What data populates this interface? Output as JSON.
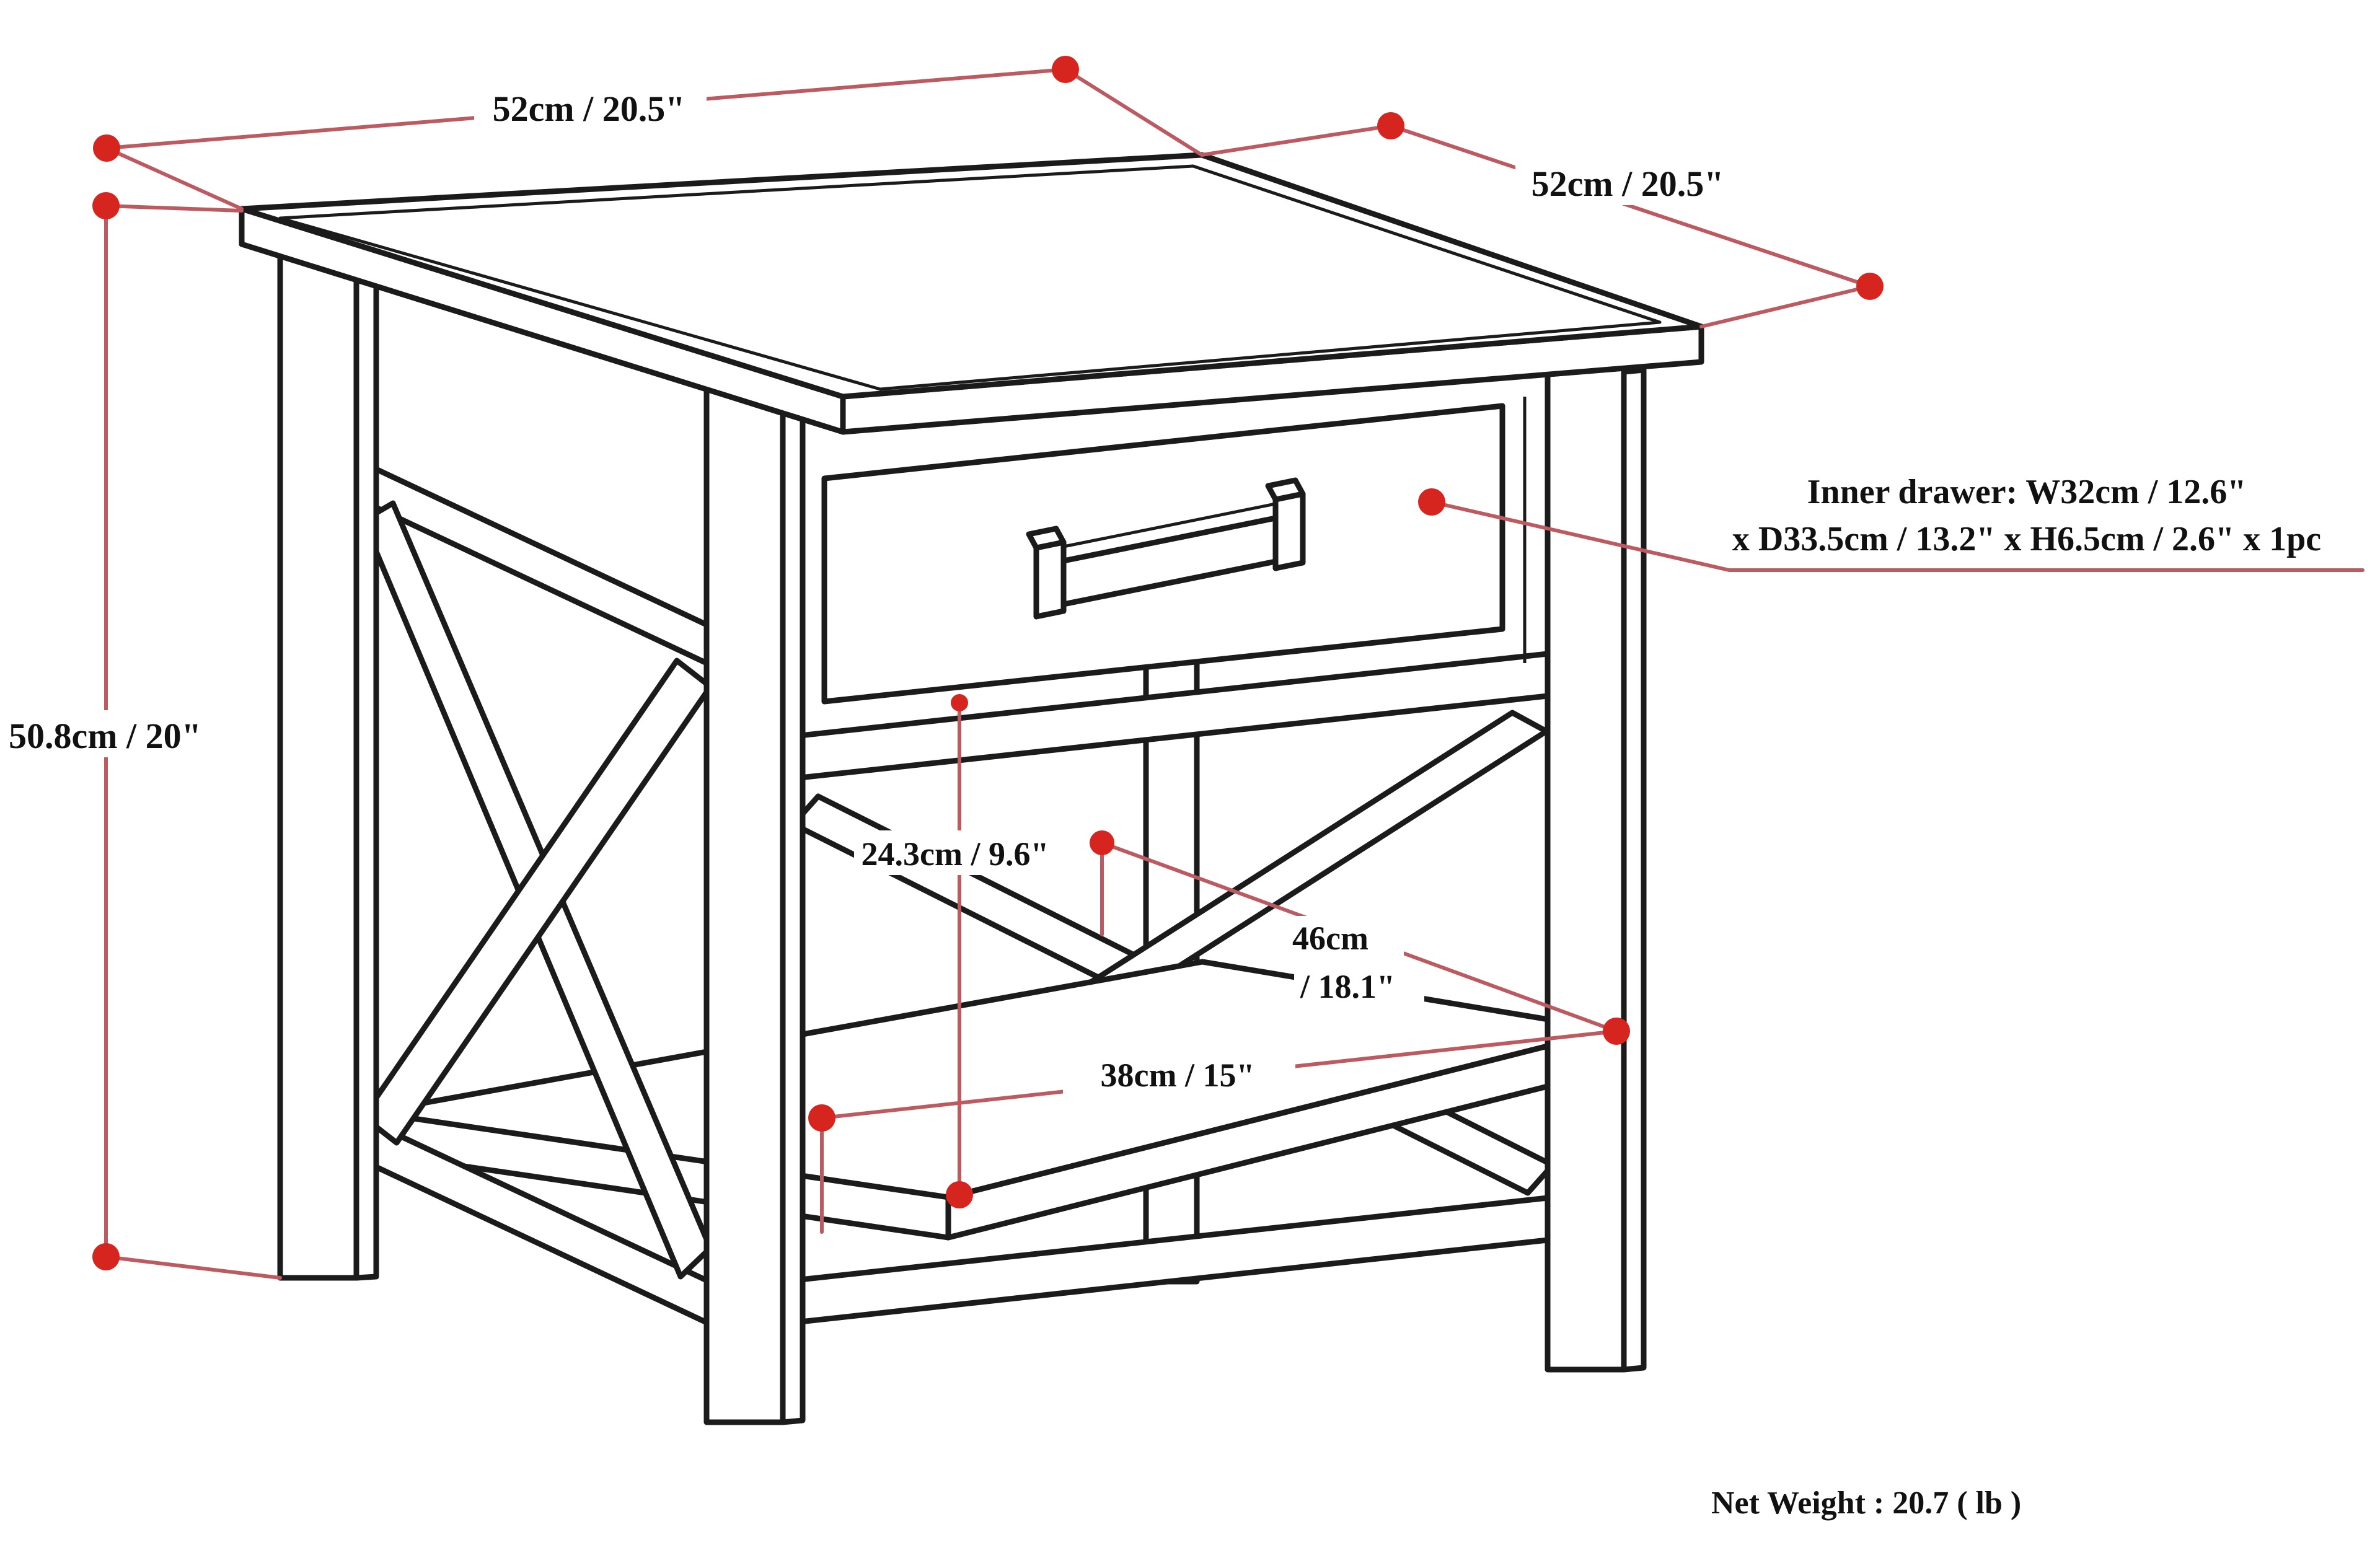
{
  "diagram": {
    "labels": {
      "top_width": "52cm / 20.5\"",
      "top_depth": "52cm / 20.5\"",
      "overall_height": "50.8cm / 20\"",
      "inner_drawer_line1": "Inner drawer: W32cm / 12.6\"",
      "inner_drawer_line2": "x D33.5cm / 13.2\" x H6.5cm / 2.6\" x 1pc",
      "open_space_height": "24.3cm / 9.6\"",
      "shelf_depth_line1": "46cm",
      "shelf_depth_line2": "/ 18.1\"",
      "shelf_width": "38cm / 15\"",
      "net_weight": "Net Weight : 20.7 ( lb )"
    },
    "colors": {
      "line_art": "#1b1b1b",
      "dimension_line": "#bb5a60",
      "dimension_dot": "#d6241f",
      "background": "#ffffff"
    }
  }
}
